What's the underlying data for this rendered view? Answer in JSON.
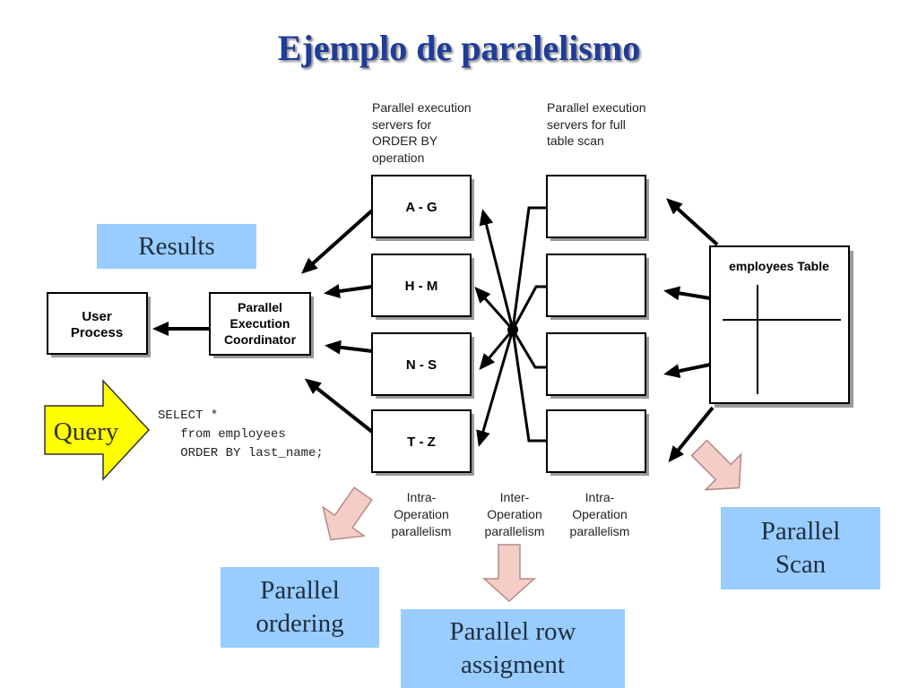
{
  "title": "Ejemplo de paralelismo",
  "headers": {
    "order_by": [
      "Parallel execution",
      "servers for",
      "ORDER BY",
      "operation"
    ],
    "scan": [
      "Parallel execution",
      "servers for full",
      "table scan"
    ]
  },
  "order_servers": [
    "A - G",
    "H - M",
    "N - S",
    "T - Z"
  ],
  "user_process": [
    "User",
    "Process"
  ],
  "coordinator": [
    "Parallel",
    "Execution",
    "Coordinator"
  ],
  "table_label": "employees Table",
  "sql": [
    "SELECT *",
    "   from employees",
    "   ORDER BY last_name;"
  ],
  "bottom_labels": {
    "intra_left": [
      "Intra-",
      "Operation",
      "parallelism"
    ],
    "inter": [
      "Inter-",
      "Operation",
      "parallelism"
    ],
    "intra_right": [
      "Intra-",
      "Operation",
      "parallelism"
    ]
  },
  "callouts": {
    "results": "Results",
    "query": "Query",
    "parallel_ordering": [
      "Parallel",
      "ordering"
    ],
    "parallel_row": [
      "Parallel row",
      "assigment"
    ],
    "parallel_scan": [
      "Parallel",
      "Scan"
    ]
  },
  "colors": {
    "title": "#1f3c99",
    "callout_fill": "#99ccff",
    "query_arrow": "#ffff00",
    "pink_arrow": "#f3cdc6"
  }
}
